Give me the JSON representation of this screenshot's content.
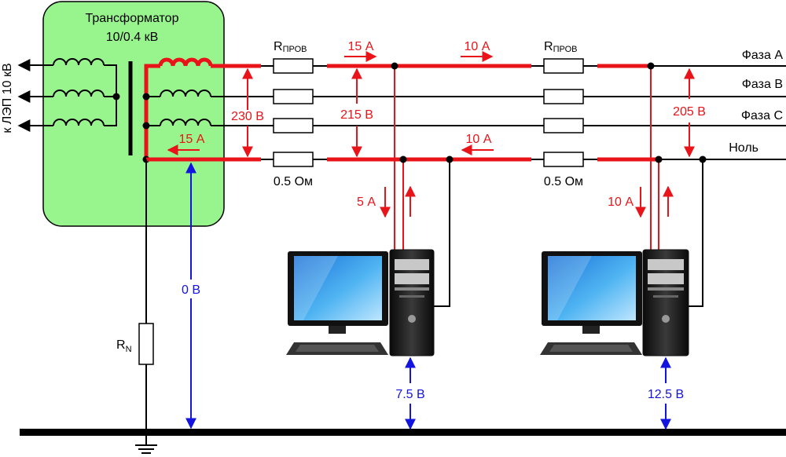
{
  "transformer": {
    "title_line1": "Трансформатор",
    "title_line2": "10/0.4 кВ",
    "fill_color": "#98f58e"
  },
  "input_label": "к ЛЭП 10 кВ",
  "resistors": {
    "wire_label": "R",
    "wire_label_sub": "ПРОВ",
    "neutral_value": "0.5 Ом",
    "ground_label": "R",
    "ground_label_sub": "N"
  },
  "phases": {
    "a": "Фаза А",
    "b": "Фаза В",
    "c": "Фаза С",
    "n": "Ноль"
  },
  "currents": {
    "phase_a_1": "15 А",
    "phase_a_2": "10 А",
    "neutral_1": "15 А",
    "neutral_2": "10 А",
    "load_1": "5 А",
    "load_2": "10 А"
  },
  "voltages": {
    "v1": "230 В",
    "v2": "215 В",
    "v3": "205 В"
  },
  "ground_voltages": {
    "g0": "0 В",
    "g1": "7.5 В",
    "g2": "12.5 В"
  },
  "colors": {
    "fault_path": "#e8141a",
    "potential": "#1414e0",
    "wiring": "#000000"
  }
}
